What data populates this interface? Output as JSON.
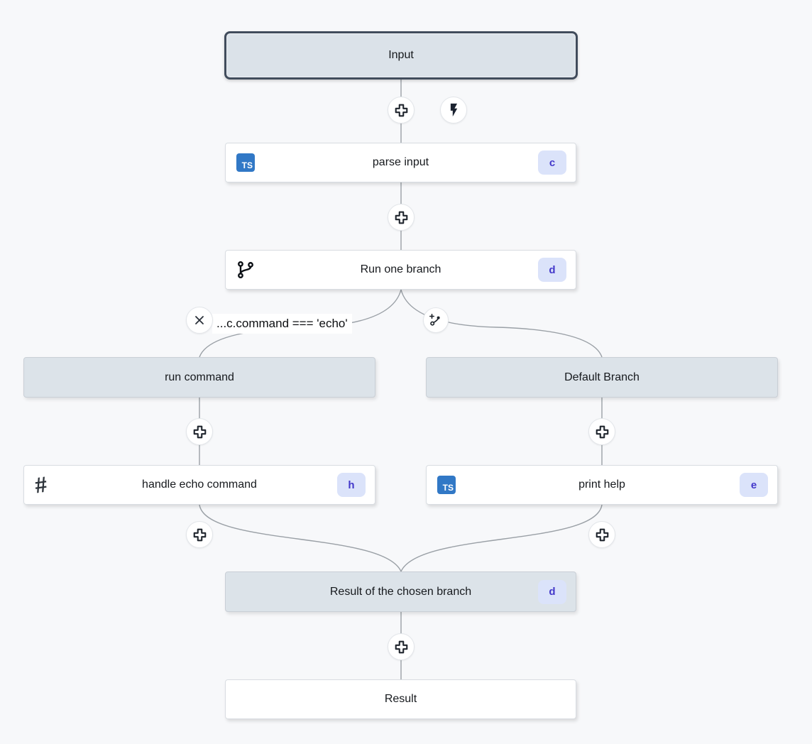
{
  "colors": {
    "background": "#f7f8fa",
    "step_bg": "#ffffff",
    "header_bg": "#dce3e9",
    "selected_border": "#414c5c",
    "badge_bg": "#dbe3fa",
    "badge_text": "#4338ca",
    "ts_icon_bg": "#3178c6",
    "edge": "#9aa0a6"
  },
  "icons": {
    "typescript": "TS",
    "hash": "#"
  },
  "flow": {
    "input": {
      "label": "Input"
    },
    "parse_input": {
      "label": "parse input",
      "badge": "c"
    },
    "run_one_branch": {
      "label": "Run one branch",
      "badge": "d"
    },
    "branch_condition": "...c.command === 'echo'",
    "run_command": {
      "label": "run command"
    },
    "default_branch": {
      "label": "Default Branch"
    },
    "handle_echo_command": {
      "label": "handle echo command",
      "badge": "h"
    },
    "print_help": {
      "label": "print help",
      "badge": "e"
    },
    "result_of_branch": {
      "label": "Result of the chosen branch",
      "badge": "d"
    },
    "result": {
      "label": "Result"
    }
  }
}
